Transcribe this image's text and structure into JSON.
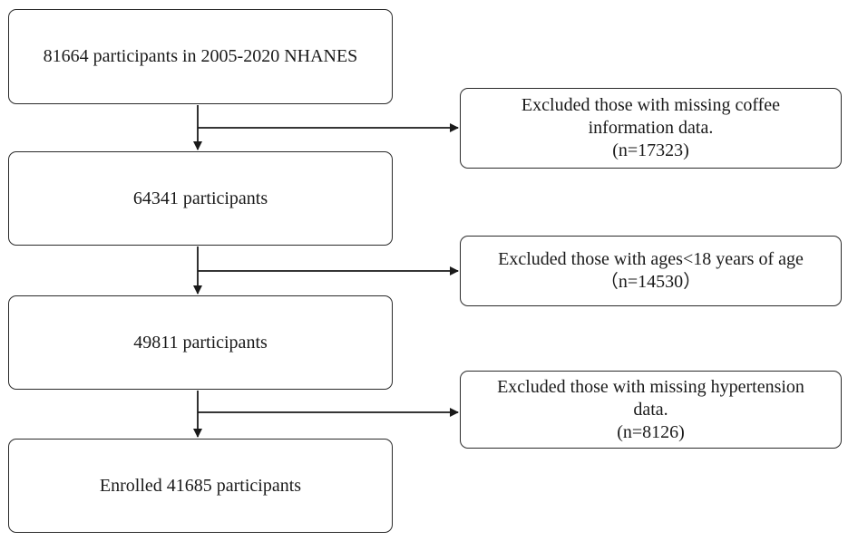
{
  "flow": {
    "main_boxes": [
      {
        "lines": [
          "81664 participants in 2005-2020 NHANES"
        ]
      },
      {
        "lines": [
          "64341 participants"
        ]
      },
      {
        "lines": [
          "49811 participants"
        ]
      },
      {
        "lines": [
          "Enrolled 41685 participants"
        ]
      }
    ],
    "exclusion_boxes": [
      {
        "lines": [
          "Excluded those with missing coffee",
          "information data.",
          "(n=17323)"
        ]
      },
      {
        "lines": [
          "Excluded those with ages<18 years of age",
          "（n=14530）"
        ]
      },
      {
        "lines": [
          "Excluded those with missing hypertension",
          "data.",
          "(n=8126)"
        ]
      }
    ]
  }
}
